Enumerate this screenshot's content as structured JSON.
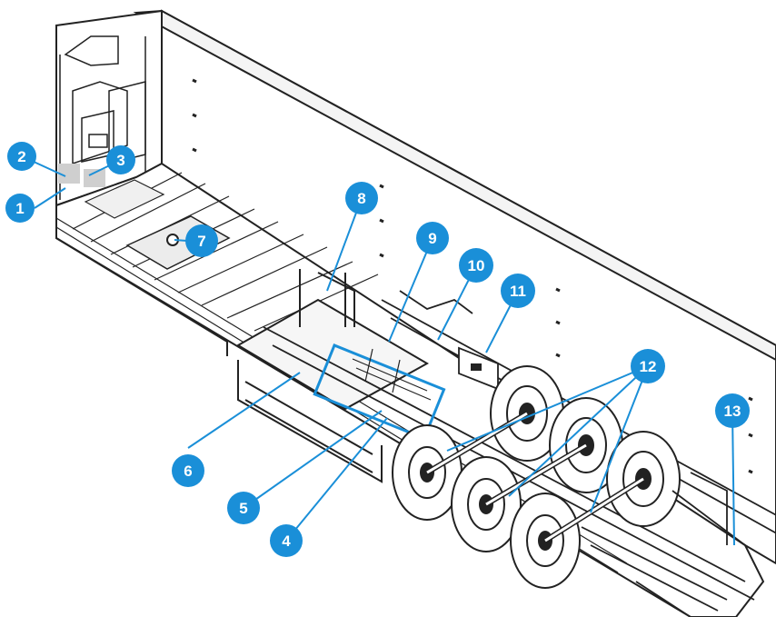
{
  "callouts": [
    {
      "id": "callout-1",
      "label": "1"
    },
    {
      "id": "callout-2",
      "label": "2"
    },
    {
      "id": "callout-3",
      "label": "3"
    },
    {
      "id": "callout-4",
      "label": "4"
    },
    {
      "id": "callout-5",
      "label": "5"
    },
    {
      "id": "callout-6",
      "label": "6"
    },
    {
      "id": "callout-7",
      "label": "7"
    },
    {
      "id": "callout-8",
      "label": "8"
    },
    {
      "id": "callout-9",
      "label": "9"
    },
    {
      "id": "callout-10",
      "label": "10"
    },
    {
      "id": "callout-11",
      "label": "11"
    },
    {
      "id": "callout-12",
      "label": "12"
    },
    {
      "id": "callout-13",
      "label": "13"
    }
  ],
  "colors": {
    "callout_fill": "#1a8fd8",
    "callout_text": "#ffffff",
    "leader_line": "#1a8fd8",
    "outline": "#222222",
    "highlight_box": "#1a8fd8"
  }
}
